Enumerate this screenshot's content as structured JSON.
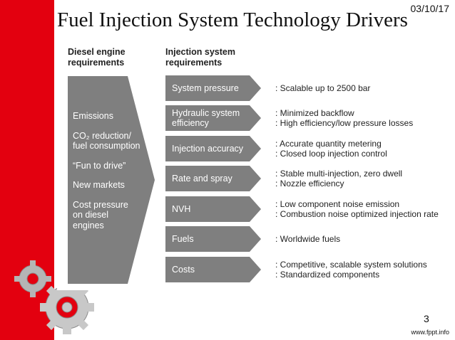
{
  "header": {
    "title": "Fuel Injection System Technology Drivers",
    "date": "03/10/17"
  },
  "left_column": {
    "heading_line1": "Diesel engine",
    "heading_line2": "requirements",
    "items": [
      {
        "text": "Emissions"
      },
      {
        "text_line1": "CO₂ reduction/",
        "text_line2": "fuel consumption"
      },
      {
        "text": "“Fun to drive”"
      },
      {
        "text": "New markets"
      },
      {
        "text_line1": "Cost pressure",
        "text_line2": "on diesel",
        "text_line3": "engines"
      }
    ]
  },
  "middle_column": {
    "heading_line1": "Injection system",
    "heading_line2": "requirements"
  },
  "requirements": [
    {
      "label": "System pressure",
      "details": [
        ": Scalable up to 2500 bar"
      ]
    },
    {
      "label_line1": "Hydraulic system",
      "label_line2": "efficiency",
      "details": [
        ": Minimized backflow",
        ": High efficiency/low pressure losses"
      ]
    },
    {
      "label": "Injection accuracy",
      "details": [
        ": Accurate quantity metering",
        ": Closed loop injection control"
      ]
    },
    {
      "label": "Rate and spray",
      "details": [
        ": Stable multi-injection, zero dwell",
        ": Nozzle efficiency"
      ]
    },
    {
      "label": "NVH",
      "details": [
        ": Low component noise emission",
        ": Combustion noise optimized injection rate"
      ]
    },
    {
      "label": "Fuels",
      "details": [
        ": Worldwide fuels"
      ]
    },
    {
      "label": "Costs",
      "details": [
        ": Competitive, scalable system solutions",
        ": Standardized components"
      ]
    }
  ],
  "footer": {
    "page_number": "3",
    "url": "www.fppt.info"
  },
  "colors": {
    "accent_red": "#e3000f",
    "arrow_gray": "#7f7f7f"
  },
  "icons": [
    "gear-icon"
  ]
}
